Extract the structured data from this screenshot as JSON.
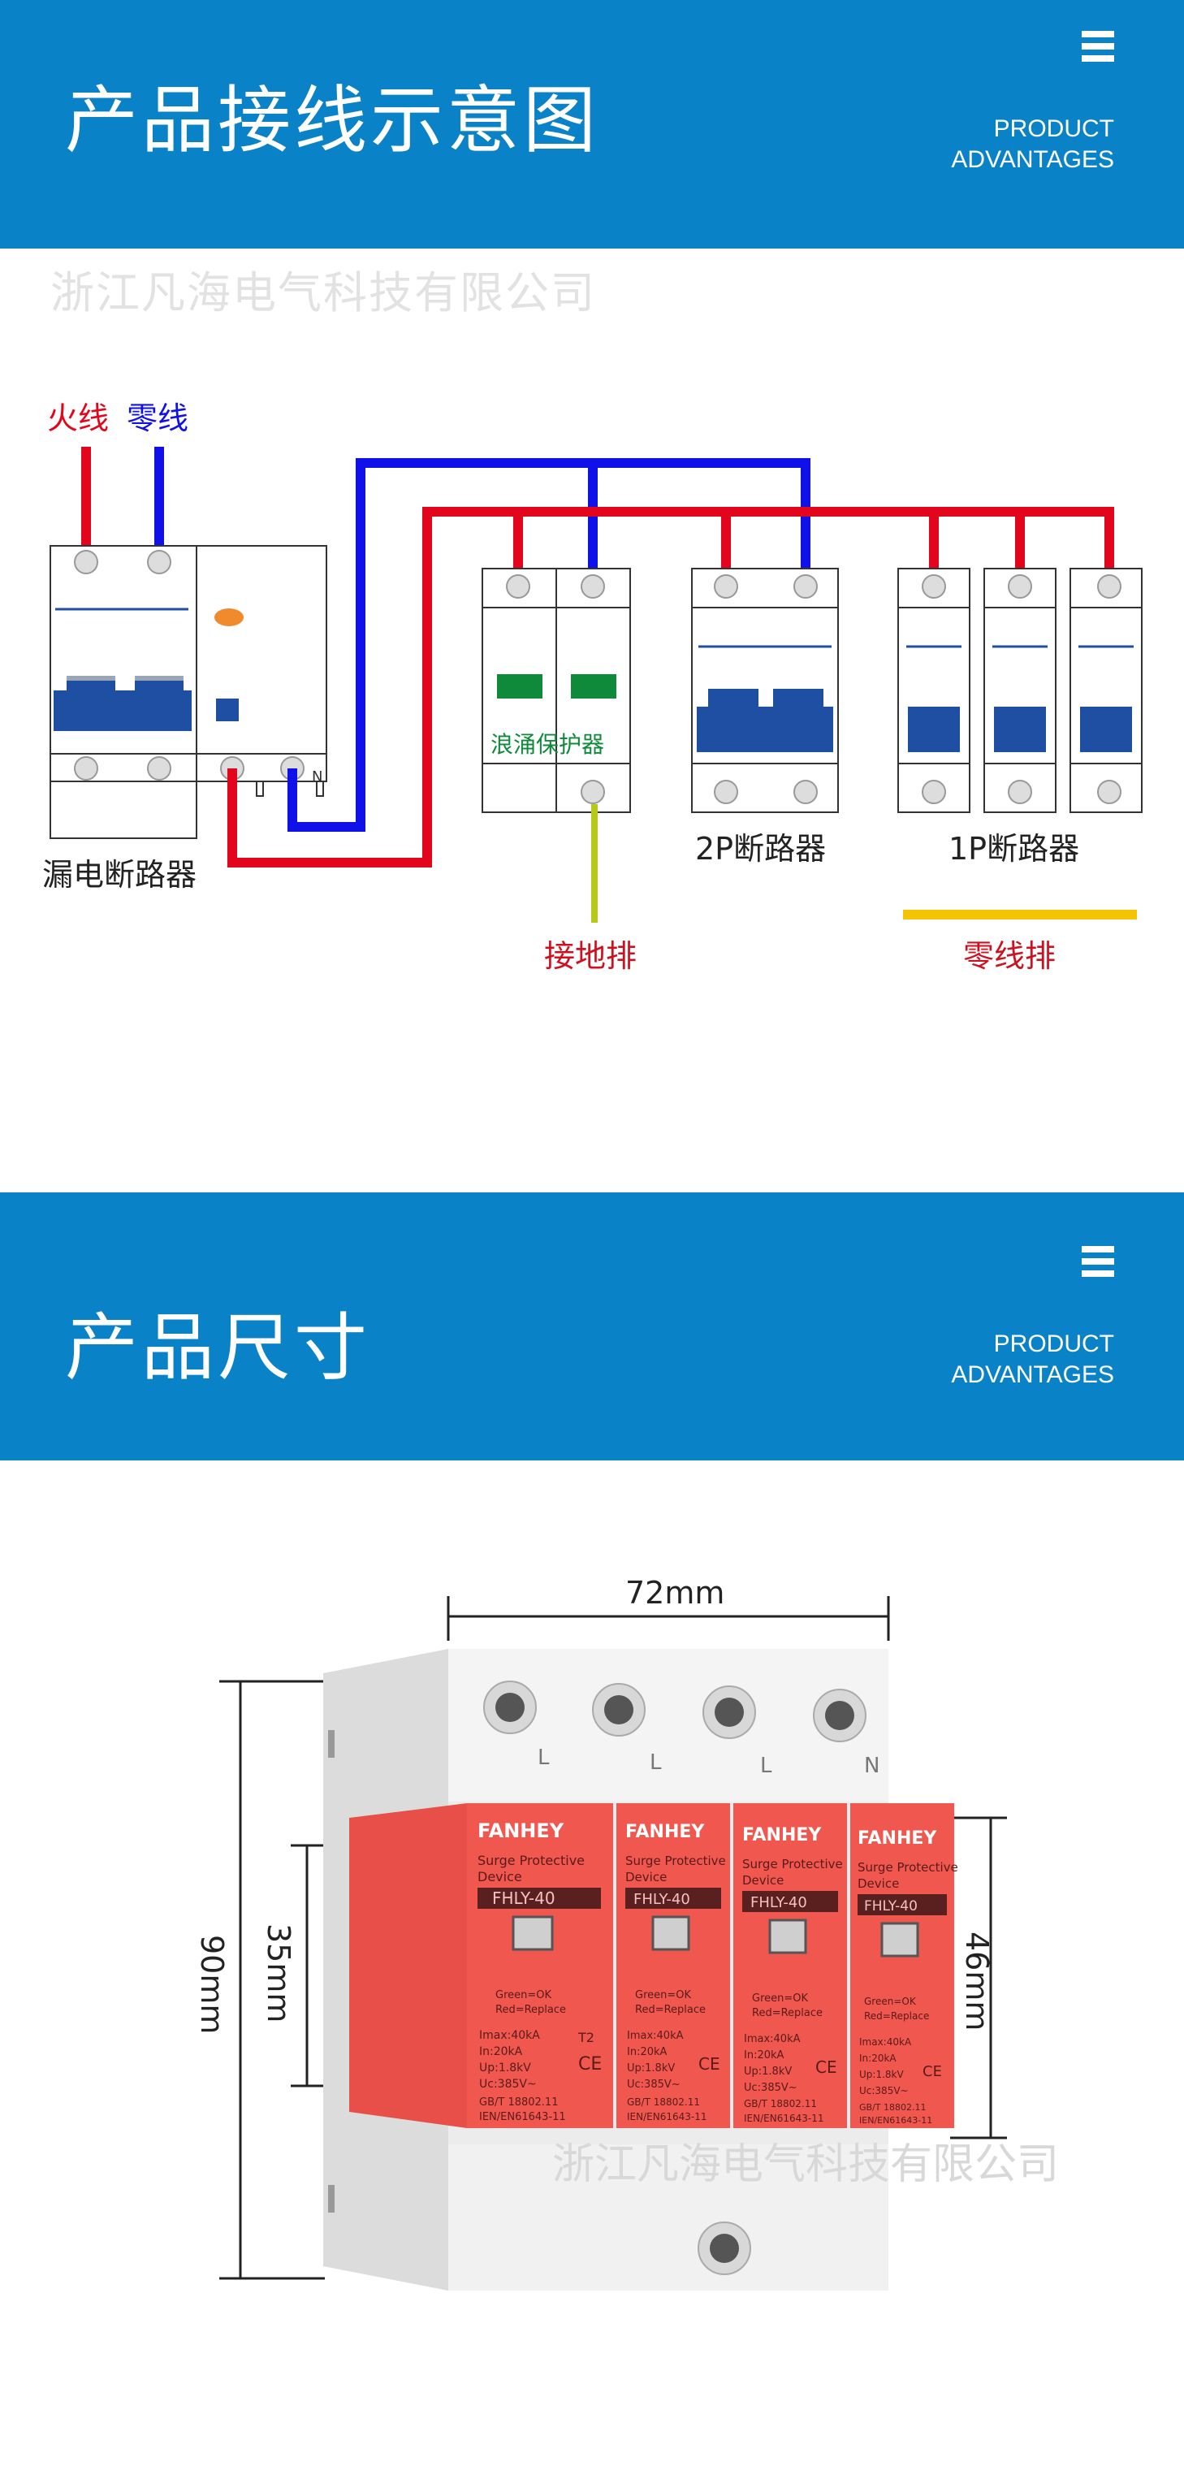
{
  "section1": {
    "title": "产品接线示意图",
    "advantages_line1": "PRODUCT",
    "advantages_line2": "ADVANTAGES",
    "watermark": "浙江凡海电气科技有限公司"
  },
  "wiring": {
    "live_label": "火线",
    "neutral_label": "零线",
    "rcbo_label": "漏电断路器",
    "n_terminal": "N",
    "spd_label": "浪涌保护器",
    "ground_label": "接地排",
    "breaker_2p_label": "2P断路器",
    "breaker_1p_label": "1P断路器",
    "neutral_bar_label": "零线排",
    "colors": {
      "live": "#e3051b",
      "neutral": "#1010e8",
      "ground": "#b8c81a",
      "neutral_bar": "#f5c400",
      "breaker_blue": "#1f4fa3",
      "spd_window": "#0f8a3a"
    }
  },
  "section2": {
    "title": "产品尺寸",
    "advantages_line1": "PRODUCT",
    "advantages_line2": "ADVANTAGES"
  },
  "dimensions": {
    "width": "72mm",
    "height_total": "90mm",
    "height_inner": "35mm",
    "height_module": "46mm",
    "watermark": "浙江凡海电气科技有限公司"
  },
  "product": {
    "terminals": [
      "L",
      "L",
      "L",
      "N"
    ],
    "brand": "FANHEY",
    "line1": "Surge Protective",
    "line2": "Device",
    "model": "FHLY-40",
    "status1": "Green=OK",
    "status2": "Red=Replace",
    "spec_imax": "Imax:40kA",
    "spec_in": "In:20kA",
    "spec_up": "Up:1.8kV",
    "spec_uc": "Uc:385V~",
    "std1": "GB/T 18802.11",
    "std2": "IEN/EN61643-11",
    "class": "T2",
    "ce": "CE",
    "colors": {
      "module": "#f0574f",
      "housing": "#eeeeee"
    }
  }
}
